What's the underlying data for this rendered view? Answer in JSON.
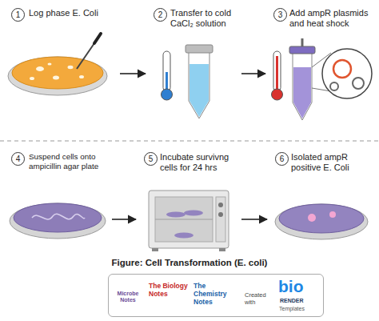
{
  "diagram": {
    "caption": "Figure: Cell Transformation (E. coli)",
    "nodes": [
      {
        "text": [
          "1",
          "Log phase E. Coli"
        ]
      },
      {
        "text": [
          "2",
          "Transfer to cold CaCl₂ solution"
        ]
      },
      {
        "text": [
          "3",
          "Add ampR plasmids and heat shock"
        ]
      },
      {
        "text": [
          "4",
          "Suspend cells onto ampicillin agar plate"
        ]
      },
      {
        "text": [
          "5",
          "Incubate survivng cells for 24 hrs"
        ]
      },
      {
        "text": [
          "6",
          "Isolated ampR positive E. Coli"
        ]
      },
      {
        "text": [
          "Microbe Notes",
          "The Biology Notes",
          "The Chemistry Notes",
          "Created with",
          "bio",
          "RENDER",
          "Templates"
        ]
      }
    ],
    "edges": [
      {
        "from": 0,
        "to": 1,
        "arrow": "to"
      },
      {
        "from": 1,
        "to": 2,
        "arrow": "to"
      },
      {
        "from": 3,
        "to": 4,
        "arrow": "to"
      },
      {
        "from": 4,
        "to": 5,
        "arrow": "to"
      }
    ]
  }
}
